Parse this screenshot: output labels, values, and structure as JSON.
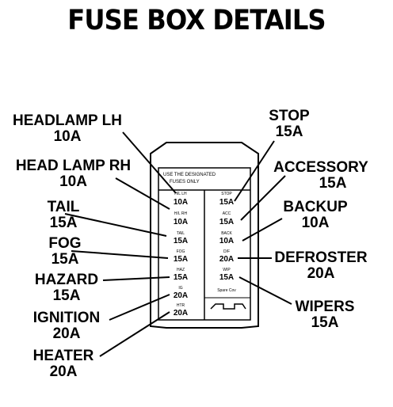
{
  "title": "FUSE BOX DETAILS",
  "box_header": [
    "USE THE DESIGNATED",
    "FUSES ONLY"
  ],
  "left_labels": [
    {
      "name": "HEADLAMP LH",
      "amp": "10A"
    },
    {
      "name": "HEAD LAMP RH",
      "amp": "10A"
    },
    {
      "name": "TAIL",
      "amp": "15A"
    },
    {
      "name": "FOG",
      "amp": "15A"
    },
    {
      "name": "HAZARD",
      "amp": "15A"
    },
    {
      "name": "IGNITION",
      "amp": "20A"
    },
    {
      "name": "HEATER",
      "amp": "20A"
    }
  ],
  "right_labels": [
    {
      "name": "STOP",
      "amp": "15A"
    },
    {
      "name": "ACCESSORY",
      "amp": "15A"
    },
    {
      "name": "BACKUP",
      "amp": "10A"
    },
    {
      "name": "DEFROSTER",
      "amp": "20A"
    },
    {
      "name": "WIPERS",
      "amp": "15A"
    }
  ],
  "left_cells": [
    {
      "name": "H/L LH",
      "amp": "10A"
    },
    {
      "name": "H/L RH",
      "amp": "10A"
    },
    {
      "name": "TAIL",
      "amp": "15A"
    },
    {
      "name": "FOG",
      "amp": "15A"
    },
    {
      "name": "HAZ",
      "amp": "15A"
    },
    {
      "name": "IG",
      "amp": "20A"
    },
    {
      "name": "HTR",
      "amp": "20A"
    }
  ],
  "right_cells": [
    {
      "name": "STOP",
      "amp": "15A"
    },
    {
      "name": "ACC",
      "amp": "15A"
    },
    {
      "name": "BACK",
      "amp": "10A"
    },
    {
      "name": "D/F",
      "amp": "20A"
    },
    {
      "name": "WIP",
      "amp": "15A"
    }
  ],
  "spare_label": "Spare Cov"
}
